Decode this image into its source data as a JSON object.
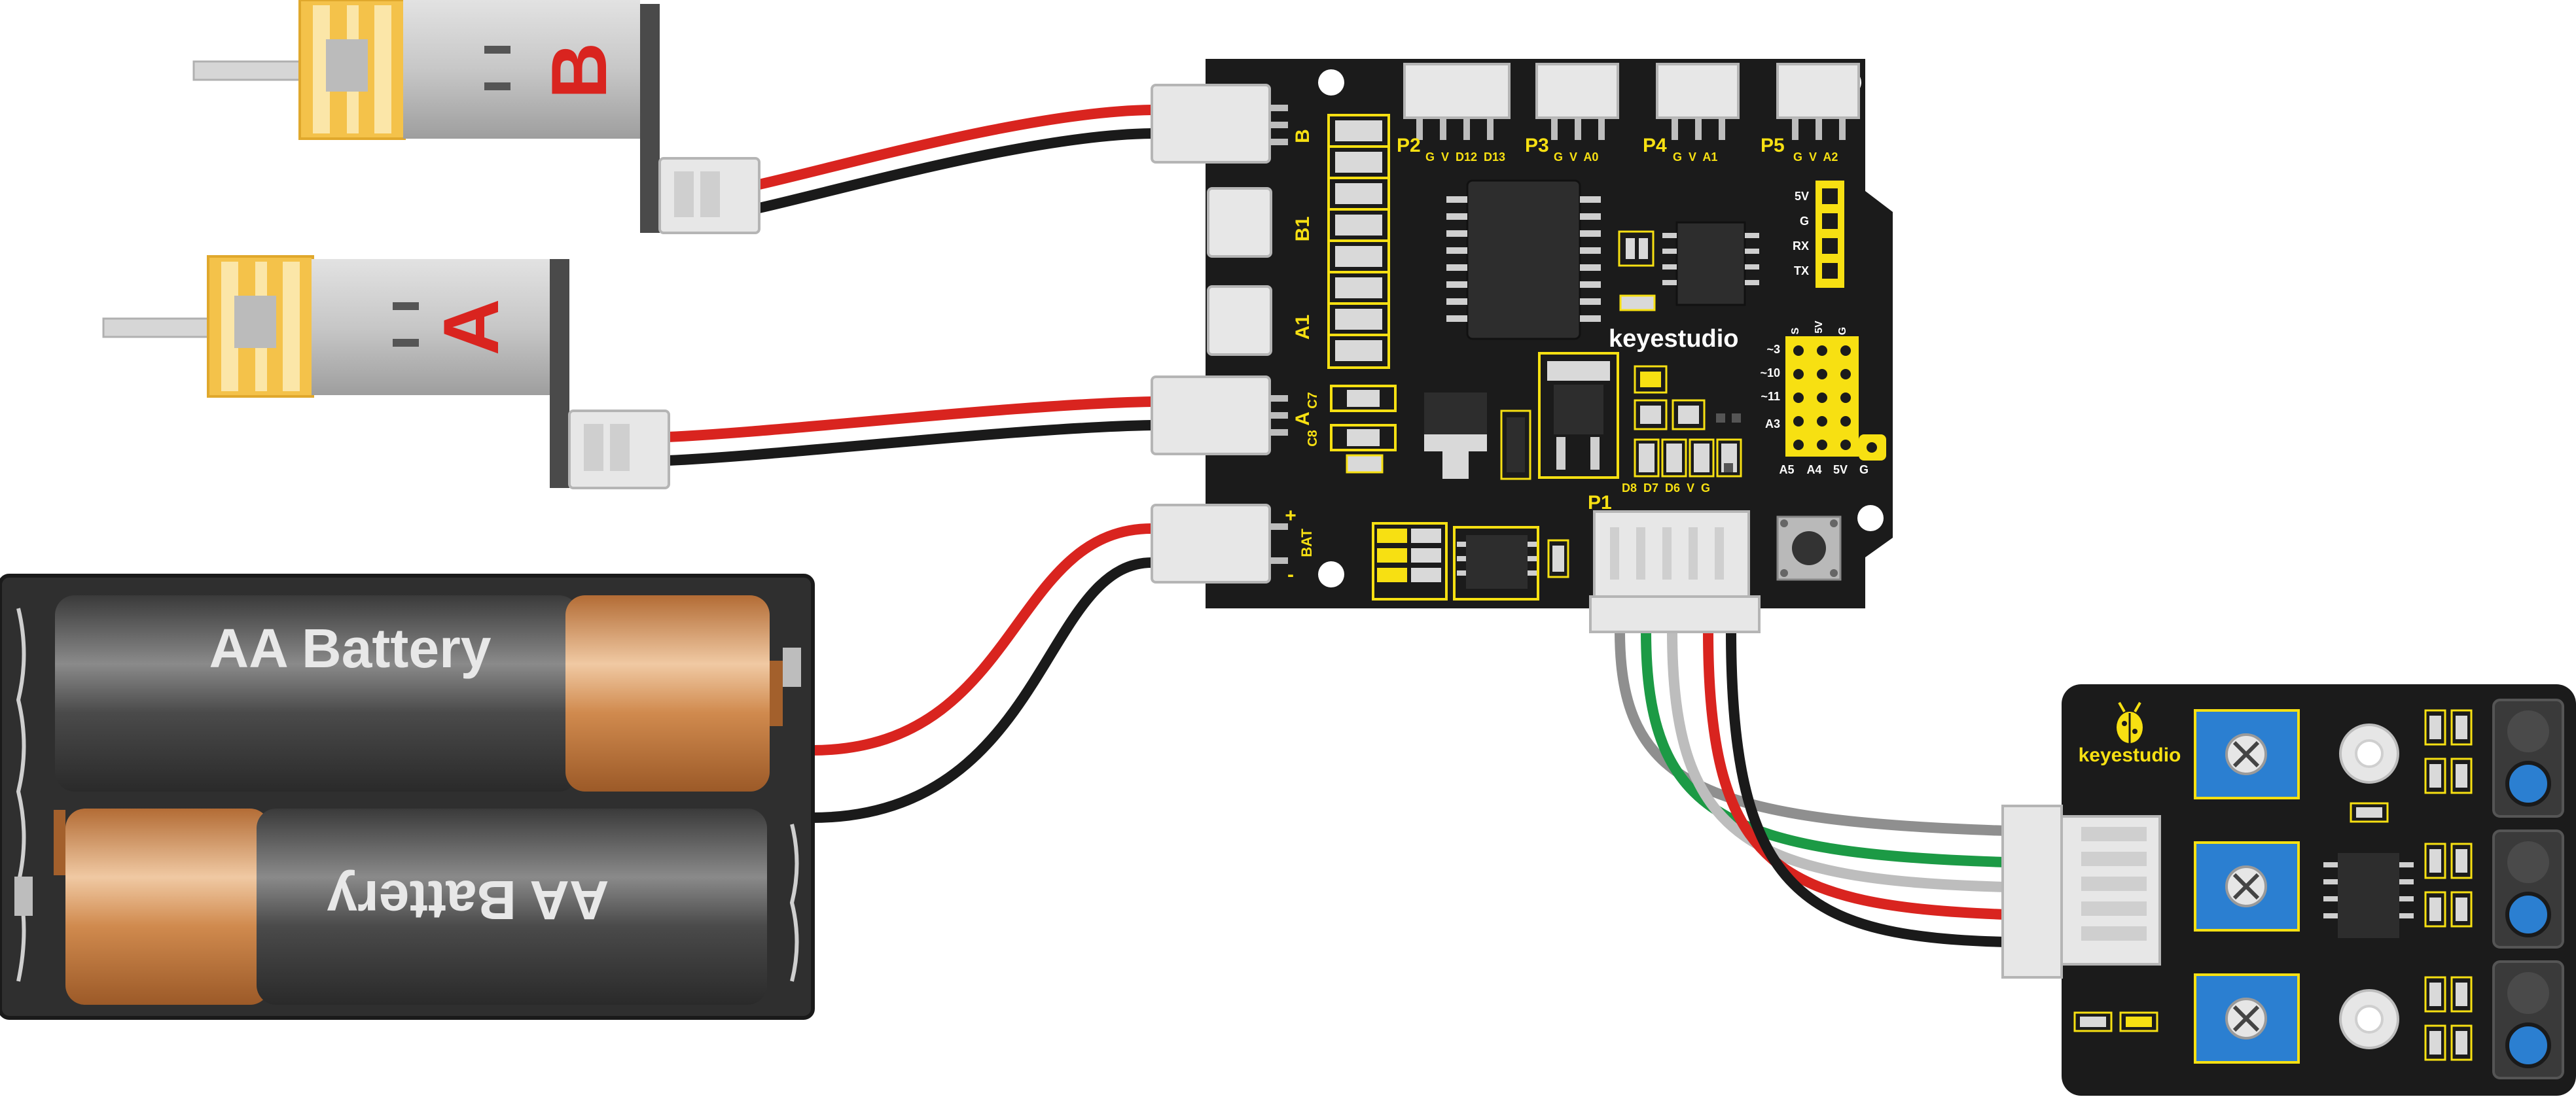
{
  "motor_b": {
    "letter": "B"
  },
  "motor_a": {
    "letter": "A"
  },
  "battery_top": {
    "label": "AA Battery"
  },
  "battery_bottom": {
    "label": "AA Battery"
  },
  "driver_board": {
    "brand": "keyestudio",
    "port_labels": {
      "p2": "P2",
      "p3": "P3",
      "p4": "P4",
      "p5": "P5",
      "p1": "P1",
      "b": "B",
      "b1": "B1",
      "a1": "A1",
      "a": "A",
      "bat": "BAT",
      "plus": "+",
      "minus": "-",
      "c7": "C7",
      "c8": "C8"
    },
    "pin_labels": {
      "p2": "G  V  D12  D13",
      "p3": "G  V  A0",
      "p4": "G  V  A1",
      "p5": "G  V  A2",
      "p1": "D8  D7  D6  V  G"
    },
    "serial_labels": [
      "5V",
      "G",
      "RX",
      "TX"
    ],
    "header_left_labels": [
      "~3",
      "~10",
      "~11",
      "A3"
    ],
    "header_top_labels": [
      "S",
      "5V",
      "G"
    ],
    "header_bottom_labels": [
      "A5",
      "A4",
      "5V",
      "G"
    ]
  },
  "sensor_board": {
    "brand": "keyestudio"
  },
  "colors": {
    "pcb": "#1b1b1b",
    "silkscreen": "#f7e012",
    "wire_red": "#d9241f",
    "wire_black": "#1a1a1a",
    "wire_green": "#1c9a45",
    "wire_gray": "#9a9a9a",
    "connector": "#e7e7e7",
    "gear_yellow": "#f4c24a",
    "motor_gray": "#c9c9c9",
    "battery_copper": "#d08a4e",
    "pot_blue": "#2b7fd1"
  },
  "icons": [
    "ladybug-logo-icon",
    "potentiometer-icon",
    "reset-button-icon"
  ]
}
